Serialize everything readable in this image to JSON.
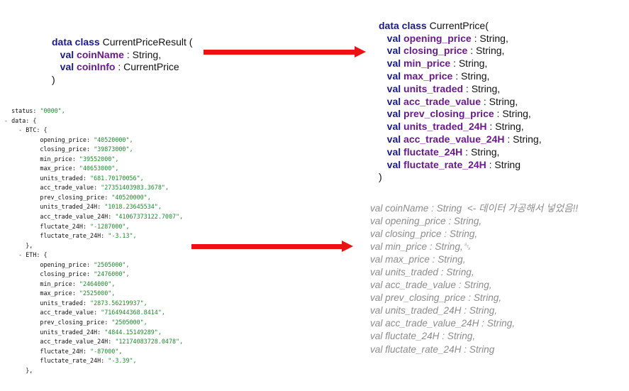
{
  "result_class": {
    "header_kw": "data class",
    "header_name": " CurrentPriceResult (",
    "fields": [
      {
        "kw": "val",
        "name": "coinName",
        "type": " : String,"
      },
      {
        "kw": "val",
        "name": "coinInfo",
        "type": " : CurrentPrice"
      }
    ],
    "close": ")"
  },
  "price_class": {
    "header_kw": "data class",
    "header_name": " CurrentPrice(",
    "fields": [
      {
        "kw": "val",
        "name": "opening_price",
        "type": " : String,"
      },
      {
        "kw": "val",
        "name": "closing_price",
        "type": " : String,"
      },
      {
        "kw": "val",
        "name": "min_price",
        "type": " : String,"
      },
      {
        "kw": "val",
        "name": "max_price",
        "type": " : String,"
      },
      {
        "kw": "val",
        "name": "units_traded",
        "type": " : String,"
      },
      {
        "kw": "val",
        "name": "acc_trade_value",
        "type": " : String,"
      },
      {
        "kw": "val",
        "name": "prev_closing_price",
        "type": " : String,"
      },
      {
        "kw": "val",
        "name": "units_traded_24H",
        "type": " : String,"
      },
      {
        "kw": "val",
        "name": "acc_trade_value_24H",
        "type": " : String,"
      },
      {
        "kw": "val",
        "name": "fluctate_24H",
        "type": " : String,"
      },
      {
        "kw": "val",
        "name": "fluctate_rate_24H",
        "type": " : String"
      }
    ],
    "close": ")"
  },
  "json_view": {
    "status_key": "status",
    "status_val": "\"0000\"",
    "data_toggle": "- ",
    "data_key": "data",
    "coins": [
      {
        "toggle": "- ",
        "key": "BTC",
        "rows": [
          {
            "k": "opening_price",
            "v": "\"40520000\""
          },
          {
            "k": "closing_price",
            "v": "\"39873000\""
          },
          {
            "k": "min_price",
            "v": "\"39552000\""
          },
          {
            "k": "max_price",
            "v": "\"40653000\""
          },
          {
            "k": "units_traded",
            "v": "\"681.70170056\""
          },
          {
            "k": "acc_trade_value",
            "v": "\"27351403983.3678\""
          },
          {
            "k": "prev_closing_price",
            "v": "\"40520000\""
          },
          {
            "k": "units_traded_24H",
            "v": "\"1018.23645534\""
          },
          {
            "k": "acc_trade_value_24H",
            "v": "\"41067373122.7007\""
          },
          {
            "k": "fluctate_24H",
            "v": "\"-1287000\""
          },
          {
            "k": "fluctate_rate_24H",
            "v": "\"-3.13\""
          }
        ],
        "close": "},"
      },
      {
        "toggle": "- ",
        "key": "ETH",
        "rows": [
          {
            "k": "opening_price",
            "v": "\"2505000\""
          },
          {
            "k": "closing_price",
            "v": "\"2476000\""
          },
          {
            "k": "min_price",
            "v": "\"2464000\""
          },
          {
            "k": "max_price",
            "v": "\"2525000\""
          },
          {
            "k": "units_traded",
            "v": "\"2873.56219937\""
          },
          {
            "k": "acc_trade_value",
            "v": "\"7164944368.8414\""
          },
          {
            "k": "prev_closing_price",
            "v": "\"2505000\""
          },
          {
            "k": "units_traded_24H",
            "v": "\"4844.15149289\""
          },
          {
            "k": "acc_trade_value_24H",
            "v": "\"12174083728.0478\""
          },
          {
            "k": "fluctate_24H",
            "v": "\"-87000\""
          },
          {
            "k": "fluctate_rate_24H",
            "v": "\"-3.39\""
          }
        ],
        "close": "},"
      }
    ]
  },
  "flat_list": [
    "val coinName : String  <- 데이터 가공해서 넣었음!!",
    "val opening_price : String,",
    "val closing_price : String,",
    "val min_price : String,␂",
    "val max_price : String,",
    "val units_traded : String,",
    "val acc_trade_value : String,",
    "val prev_closing_price : String,",
    "val units_traded_24H : String,",
    "val acc_trade_value_24H : String,",
    "val fluctate_24H : String,",
    "val fluctate_rate_24H : String"
  ],
  "colors": {
    "arrow": "#ee1111",
    "keyword": "#1a1a8c",
    "property": "#6a1a8c",
    "json_string": "#1d8a2c",
    "note_text": "#8c8c8c"
  }
}
